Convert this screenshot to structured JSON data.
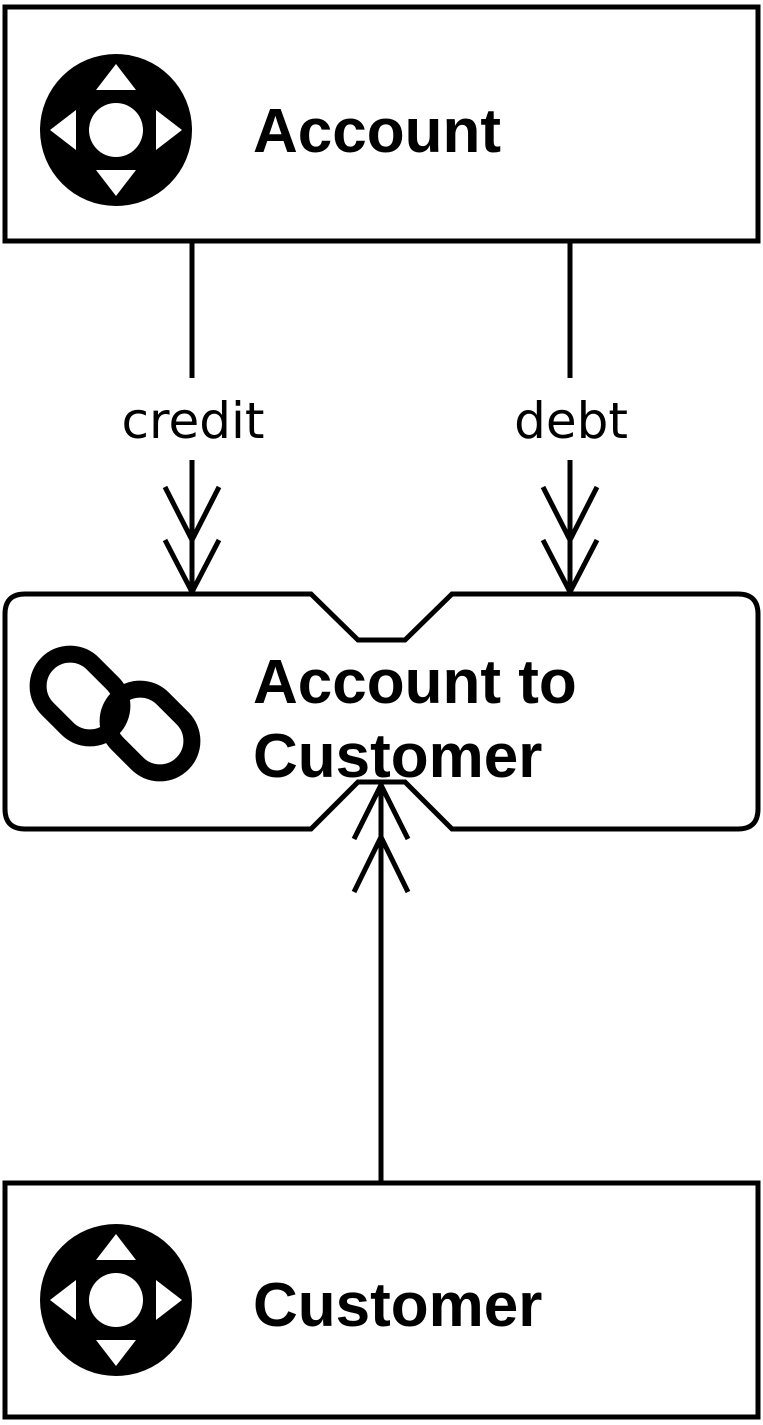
{
  "entities": {
    "account": {
      "label": "Account",
      "icon": "hub-icon"
    },
    "customer": {
      "label": "Customer",
      "icon": "hub-icon"
    }
  },
  "link": {
    "label_line1": "Account to",
    "label_line2": "Customer",
    "icon": "chain-link-icon"
  },
  "edges": {
    "credit": {
      "label": "credit",
      "from": "Account",
      "to": "Account to Customer"
    },
    "debt": {
      "label": "debt",
      "from": "Account",
      "to": "Account to Customer"
    },
    "customer_link": {
      "label": "",
      "from": "Customer",
      "to": "Account to Customer"
    }
  },
  "colors": {
    "stroke": "#000000",
    "fill": "#ffffff"
  }
}
